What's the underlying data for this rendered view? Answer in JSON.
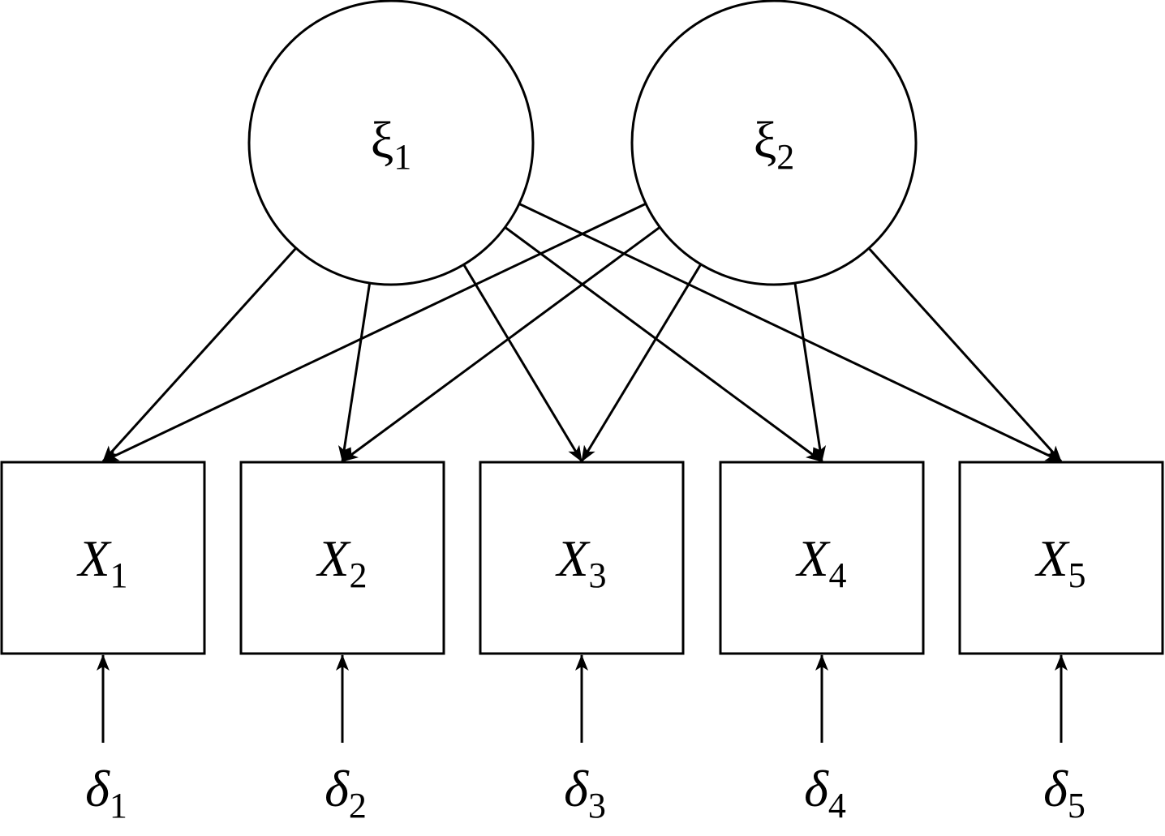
{
  "diagram": {
    "type": "path-diagram",
    "stroke_color": "#000000",
    "background": "#ffffff",
    "latent_factors": [
      {
        "id": "xi1",
        "symbol": "ξ",
        "subscript": "1"
      },
      {
        "id": "xi2",
        "symbol": "ξ",
        "subscript": "2"
      }
    ],
    "observed_variables": [
      {
        "id": "X1",
        "symbol": "X",
        "subscript": "1"
      },
      {
        "id": "X2",
        "symbol": "X",
        "subscript": "2"
      },
      {
        "id": "X3",
        "symbol": "X",
        "subscript": "3"
      },
      {
        "id": "X4",
        "symbol": "X",
        "subscript": "4"
      },
      {
        "id": "X5",
        "symbol": "X",
        "subscript": "5"
      }
    ],
    "errors": [
      {
        "id": "d1",
        "symbol": "δ",
        "subscript": "1",
        "target": "X1"
      },
      {
        "id": "d2",
        "symbol": "δ",
        "subscript": "2",
        "target": "X2"
      },
      {
        "id": "d3",
        "symbol": "δ",
        "subscript": "3",
        "target": "X3"
      },
      {
        "id": "d4",
        "symbol": "δ",
        "subscript": "4",
        "target": "X4"
      },
      {
        "id": "d5",
        "symbol": "δ",
        "subscript": "5",
        "target": "X5"
      }
    ],
    "loadings": [
      {
        "from": "xi1",
        "to": "X1"
      },
      {
        "from": "xi1",
        "to": "X2"
      },
      {
        "from": "xi1",
        "to": "X3"
      },
      {
        "from": "xi1",
        "to": "X4"
      },
      {
        "from": "xi1",
        "to": "X5"
      },
      {
        "from": "xi2",
        "to": "X1"
      },
      {
        "from": "xi2",
        "to": "X2"
      },
      {
        "from": "xi2",
        "to": "X3"
      },
      {
        "from": "xi2",
        "to": "X4"
      },
      {
        "from": "xi2",
        "to": "X5"
      }
    ]
  }
}
